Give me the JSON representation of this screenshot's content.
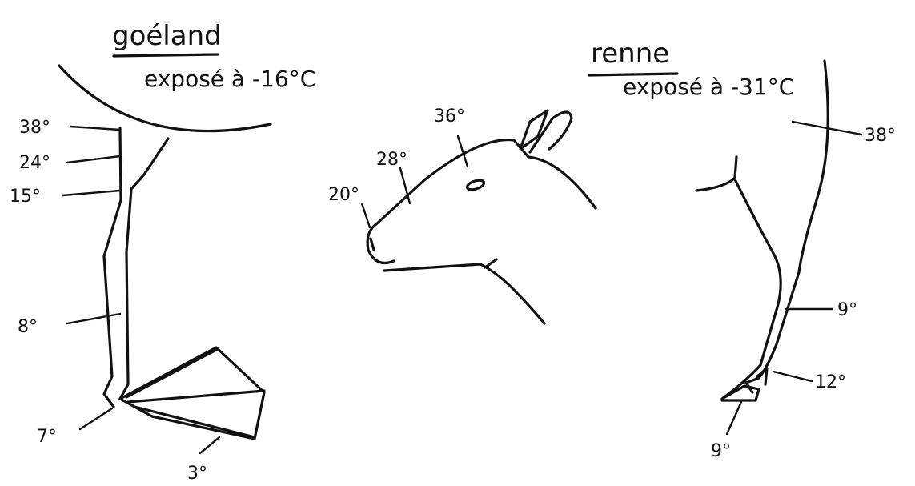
{
  "gull": {
    "title": "goéland",
    "exposure": "exposé à -16°C",
    "temps": {
      "t1": "38°",
      "t2": "24°",
      "t3": "15°",
      "t4": "8°",
      "t5": "7°",
      "t6": "3°"
    }
  },
  "reindeer": {
    "title": "renne",
    "exposure": "exposé à -31°C",
    "head_temps": {
      "nose": "20°",
      "snout": "28°",
      "eye": "36°"
    },
    "leg_temps": {
      "upper": "38°",
      "lower": "9°",
      "dewclaw": "12°",
      "hoof": "9°"
    }
  }
}
